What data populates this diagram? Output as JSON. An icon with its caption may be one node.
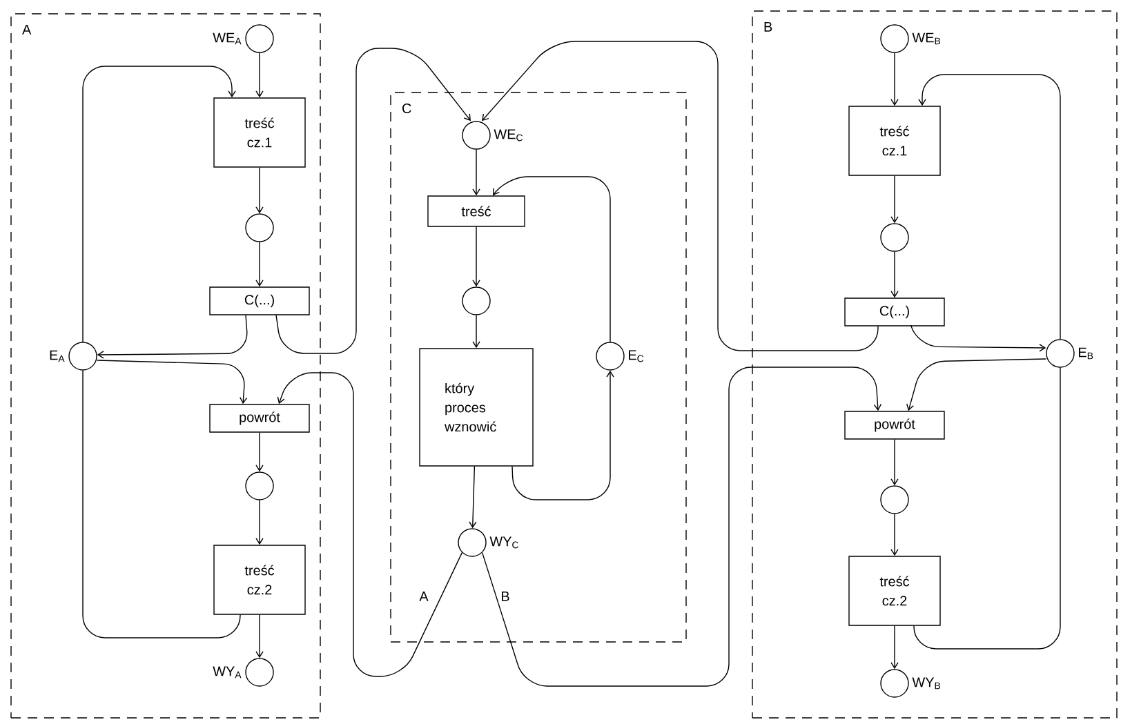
{
  "diagram": {
    "nodes": [
      {
        "text": [
          "A"
        ]
      },
      {
        "text": [],
        "shape": "circle",
        "in": 0,
        "beside": [
          "WE$_{A}$"
        ]
      },
      {
        "text": [
          "treść cz.1"
        ],
        "in": 0
      },
      {
        "text": [],
        "shape": "circle",
        "in": 0
      },
      {
        "text": [
          "C(...)"
        ],
        "in": 0
      },
      {
        "text": [],
        "shape": "circle",
        "in": 0,
        "beside": [
          "E$_{A}$"
        ]
      },
      {
        "text": [
          "powrót"
        ],
        "in": 0
      },
      {
        "text": [],
        "shape": "circle",
        "in": 0
      },
      {
        "text": [
          "treść cz.2"
        ],
        "in": 0
      },
      {
        "text": [],
        "shape": "circle",
        "in": 0,
        "beside": [
          "WY$_{A}$"
        ]
      },
      {
        "text": [
          "C"
        ]
      },
      {
        "text": [],
        "shape": "circle",
        "in": 10,
        "beside": [
          "WE$_{C}$"
        ]
      },
      {
        "text": [
          "treść"
        ],
        "in": 10
      },
      {
        "text": [],
        "shape": "circle",
        "in": 10
      },
      {
        "text": [
          "który proces wznowić"
        ],
        "in": 10
      },
      {
        "text": [],
        "shape": "circle",
        "in": 10,
        "beside": [
          "E$_{C}$"
        ]
      },
      {
        "text": [],
        "shape": "circle",
        "in": 10,
        "beside": [
          "WY$_{C}$"
        ]
      },
      {
        "text": [
          "B"
        ]
      },
      {
        "text": [],
        "shape": "circle",
        "in": 17,
        "beside": [
          "WE$_{B}$"
        ]
      },
      {
        "text": [
          "treść cz.1"
        ],
        "in": 17
      },
      {
        "text": [],
        "shape": "circle",
        "in": 17
      },
      {
        "text": [
          "C(...)"
        ],
        "in": 17
      },
      {
        "text": [],
        "shape": "circle",
        "in": 17,
        "beside": [
          "E$_{B}$"
        ]
      },
      {
        "text": [
          "powrót"
        ],
        "in": 17
      },
      {
        "text": [],
        "shape": "circle",
        "in": 17
      },
      {
        "text": [
          "treść cz.2"
        ],
        "in": 17
      },
      {
        "text": [],
        "shape": "circle",
        "in": 17,
        "beside": [
          "WY$_{B}$"
        ]
      }
    ],
    "edges": [
      {
        "from": 1,
        "to": 2,
        "arrow": "to"
      },
      {
        "from": 2,
        "to": 3,
        "arrow": "to"
      },
      {
        "from": 3,
        "to": 4,
        "arrow": "to"
      },
      {
        "from": 4,
        "to": 5,
        "arrow": "to"
      },
      {
        "from": 5,
        "to": 6,
        "arrow": "to"
      },
      {
        "from": 8,
        "to": 5,
        "arrow": "none"
      },
      {
        "from": 5,
        "to": 2,
        "arrow": "to"
      },
      {
        "from": 6,
        "to": 7,
        "arrow": "to"
      },
      {
        "from": 7,
        "to": 8,
        "arrow": "to"
      },
      {
        "from": 8,
        "to": 9,
        "arrow": "to"
      },
      {
        "from": 4,
        "to": 11,
        "arrow": "to"
      },
      {
        "from": 16,
        "to": 6,
        "arrow": "to",
        "label": "A"
      },
      {
        "from": 21,
        "to": 11,
        "arrow": "to"
      },
      {
        "from": 16,
        "to": 23,
        "arrow": "to",
        "label": "B"
      },
      {
        "from": 11,
        "to": 12,
        "arrow": "to"
      },
      {
        "from": 12,
        "to": 13,
        "arrow": "to"
      },
      {
        "from": 13,
        "to": 14,
        "arrow": "to"
      },
      {
        "from": 14,
        "to": 16,
        "arrow": "to"
      },
      {
        "from": 14,
        "to": 15,
        "arrow": "to"
      },
      {
        "from": 15,
        "to": 12,
        "arrow": "to"
      },
      {
        "from": 18,
        "to": 19,
        "arrow": "to"
      },
      {
        "from": 19,
        "to": 20,
        "arrow": "to"
      },
      {
        "from": 20,
        "to": 21,
        "arrow": "to"
      },
      {
        "from": 21,
        "to": 22,
        "arrow": "to"
      },
      {
        "from": 22,
        "to": 23,
        "arrow": "to"
      },
      {
        "from": 22,
        "to": 19,
        "arrow": "to"
      },
      {
        "from": 25,
        "to": 22,
        "arrow": "none"
      },
      {
        "from": 23,
        "to": 24,
        "arrow": "to"
      },
      {
        "from": 24,
        "to": 25,
        "arrow": "to"
      },
      {
        "from": 25,
        "to": 26,
        "arrow": "to"
      }
    ]
  }
}
